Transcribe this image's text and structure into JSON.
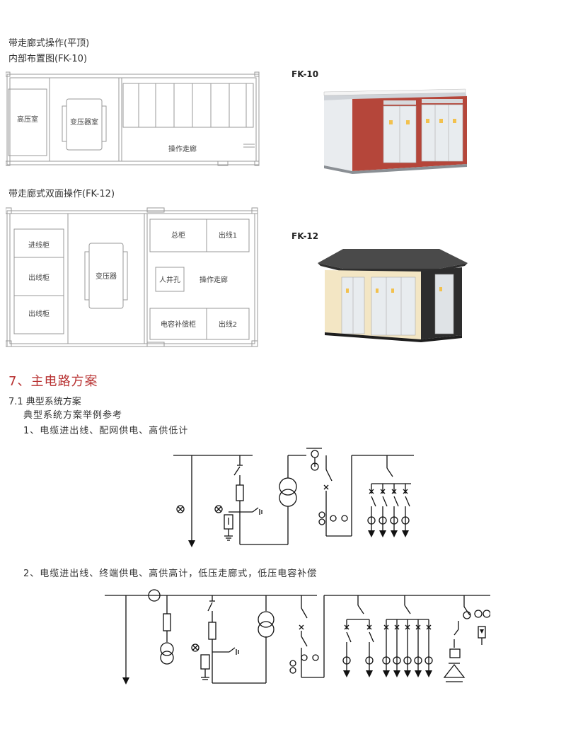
{
  "layout_fk10": {
    "title_line1": "带走廊式操作(平顶)",
    "title_line2": "内部布置图(FK-10)",
    "rooms": {
      "high_voltage": "高压室",
      "transformer": "变压器室",
      "corridor": "操作走廊"
    }
  },
  "layout_fk12": {
    "title": "带走廊式双面操作(FK-12)",
    "rooms": {
      "incoming": "进线柜",
      "outgoing_a": "出线柜",
      "outgoing_b": "出线柜",
      "transformer": "变压器",
      "main": "总柜",
      "out1": "出线1",
      "manhole": "人井孔",
      "corridor": "操作走廊",
      "capacitor": "电容补偿柜",
      "out2": "出线2"
    }
  },
  "photos": {
    "fk10_label": "FK-10",
    "fk12_label": "FK-12"
  },
  "section7": {
    "heading": "7、主电路方案",
    "sub_heading": "7.1 典型系统方案",
    "sub_text": "典型系统方案举例参考",
    "scheme1": "1、电缆进出线、配网供电、高供低计",
    "scheme2": "2、电缆进出线、终端供电、高供高计，低压走廊式，低压电容补偿"
  },
  "colors": {
    "heading_red": "#b83232",
    "brick": "#b5463a",
    "door": "#e8ecef",
    "roof_dark": "#4a4a4a"
  }
}
